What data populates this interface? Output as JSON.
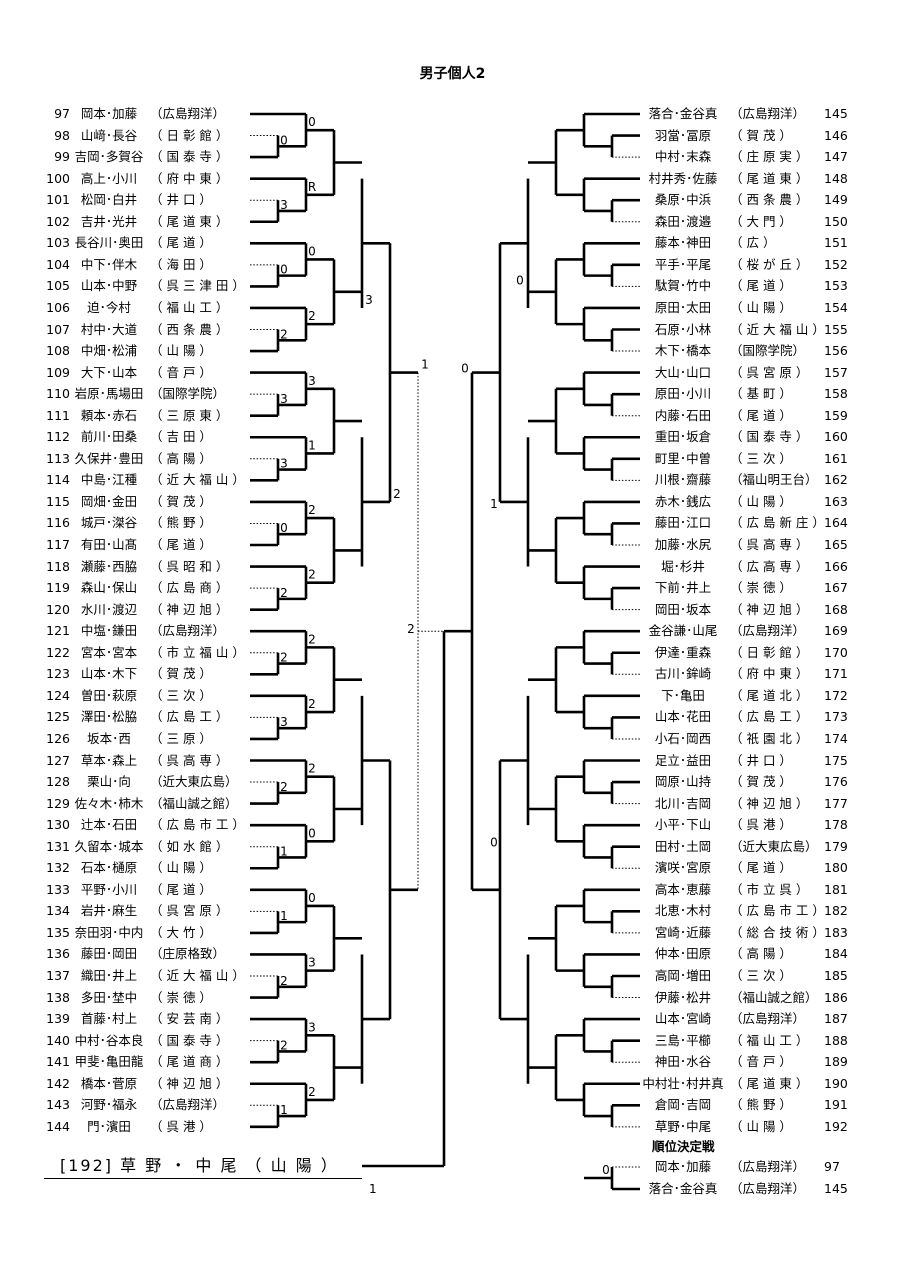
{
  "title": "男子個人2",
  "left_entries": [
    {
      "num": "97",
      "names": "岡本･加藤",
      "school": "（広島翔洋）"
    },
    {
      "num": "98",
      "names": "山﨑･長谷",
      "school": "（ 日 彰 館 ）"
    },
    {
      "num": "99",
      "names": "吉岡･多賀谷",
      "school": "（ 国 泰 寺 ）"
    },
    {
      "num": "100",
      "names": "高上･小川",
      "school": "（ 府 中 東 ）"
    },
    {
      "num": "101",
      "names": "松岡･白井",
      "school": "（ 井 口 ）"
    },
    {
      "num": "102",
      "names": "吉井･光井",
      "school": "（ 尾 道 東 ）"
    },
    {
      "num": "103",
      "names": "長谷川･奥田",
      "school": "（ 尾 道 ）"
    },
    {
      "num": "104",
      "names": "中下･伴木",
      "school": "（ 海 田 ）"
    },
    {
      "num": "105",
      "names": "山本･中野",
      "school": "（ 呉 三 津 田 ）"
    },
    {
      "num": "106",
      "names": "迫･今村",
      "school": "（ 福 山 工 ）"
    },
    {
      "num": "107",
      "names": "村中･大道",
      "school": "（ 西 条 農 ）"
    },
    {
      "num": "108",
      "names": "中畑･松浦",
      "school": "（ 山 陽 ）"
    },
    {
      "num": "109",
      "names": "大下･山本",
      "school": "（ 音 戸 ）"
    },
    {
      "num": "110",
      "names": "岩原･馬場田",
      "school": "（国際学院）"
    },
    {
      "num": "111",
      "names": "頼本･赤石",
      "school": "（ 三 原 東 ）"
    },
    {
      "num": "112",
      "names": "前川･田桑",
      "school": "（ 吉 田 ）"
    },
    {
      "num": "113",
      "names": "久保井･豊田",
      "school": "（ 高 陽 ）"
    },
    {
      "num": "114",
      "names": "中島･江種",
      "school": "（ 近 大 福 山 ）"
    },
    {
      "num": "115",
      "names": "岡畑･金田",
      "school": "（ 賀 茂 ）"
    },
    {
      "num": "116",
      "names": "城戸･滐谷",
      "school": "（ 熊 野 ）"
    },
    {
      "num": "117",
      "names": "有田･山髙",
      "school": "（ 尾 道 ）"
    },
    {
      "num": "118",
      "names": "瀬藤･西脇",
      "school": "（ 呉 昭 和 ）"
    },
    {
      "num": "119",
      "names": "森山･保山",
      "school": "（ 広 島 商 ）"
    },
    {
      "num": "120",
      "names": "水川･渡辺",
      "school": "（ 神 辺 旭 ）"
    },
    {
      "num": "121",
      "names": "中塩･鎌田",
      "school": "（広島翔洋）"
    },
    {
      "num": "122",
      "names": "宮本･宮本",
      "school": "（ 市 立 福 山 ）"
    },
    {
      "num": "123",
      "names": "山本･木下",
      "school": "（ 賀 茂 ）"
    },
    {
      "num": "124",
      "names": "曽田･萩原",
      "school": "（ 三 次 ）"
    },
    {
      "num": "125",
      "names": "澤田･松脇",
      "school": "（ 広 島 工 ）"
    },
    {
      "num": "126",
      "names": "坂本･西",
      "school": "（ 三 原 ）"
    },
    {
      "num": "127",
      "names": "草本･森上",
      "school": "（ 呉 高 専 ）"
    },
    {
      "num": "128",
      "names": "栗山･向",
      "school": "（近大東広島）"
    },
    {
      "num": "129",
      "names": "佐々木･柿木",
      "school": "（福山誠之館）"
    },
    {
      "num": "130",
      "names": "辻本･石田",
      "school": "（ 広 島 市 工 ）"
    },
    {
      "num": "131",
      "names": "久留本･城本",
      "school": "（ 如 水 館 ）"
    },
    {
      "num": "132",
      "names": "石本･樋原",
      "school": "（ 山 陽 ）"
    },
    {
      "num": "133",
      "names": "平野･小川",
      "school": "（ 尾 道 ）"
    },
    {
      "num": "134",
      "names": "岩井･麻生",
      "school": "（ 呉 宮 原 ）"
    },
    {
      "num": "135",
      "names": "奈田羽･中内",
      "school": "（ 大 竹 ）"
    },
    {
      "num": "136",
      "names": "藤田･岡田",
      "school": "（庄原格致）"
    },
    {
      "num": "137",
      "names": "織田･井上",
      "school": "（ 近 大 福 山 ）"
    },
    {
      "num": "138",
      "names": "多田･埜中",
      "school": "（ 崇 徳 ）"
    },
    {
      "num": "139",
      "names": "首藤･村上",
      "school": "（ 安 芸 南 ）"
    },
    {
      "num": "140",
      "names": "中村･谷本良",
      "school": "（ 国 泰 寺 ）"
    },
    {
      "num": "141",
      "names": "甲斐･亀田龍",
      "school": "（ 尾 道 商 ）"
    },
    {
      "num": "142",
      "names": "橋本･菅原",
      "school": "（ 神 辺 旭 ）"
    },
    {
      "num": "143",
      "names": "河野･福永",
      "school": "（広島翔洋）"
    },
    {
      "num": "144",
      "names": "門･濱田",
      "school": "（ 呉 港 ）"
    }
  ],
  "right_entries": [
    {
      "num": "145",
      "names": "落合･金谷真",
      "school": "（広島翔洋）"
    },
    {
      "num": "146",
      "names": "羽當･冨原",
      "school": "（ 賀 茂 ）"
    },
    {
      "num": "147",
      "names": "中村･末森",
      "school": "（ 庄 原 実 ）"
    },
    {
      "num": "148",
      "names": "村井秀･佐藤",
      "school": "（ 尾 道 東 ）"
    },
    {
      "num": "149",
      "names": "桑原･中浜",
      "school": "（ 西 条 農 ）"
    },
    {
      "num": "150",
      "names": "森田･渡邉",
      "school": "（ 大 門 ）"
    },
    {
      "num": "151",
      "names": "藤本･神田",
      "school": "（ 広 ）"
    },
    {
      "num": "152",
      "names": "平手･平尾",
      "school": "（ 桜 が 丘 ）"
    },
    {
      "num": "153",
      "names": "駄賀･竹中",
      "school": "（ 尾 道 ）"
    },
    {
      "num": "154",
      "names": "原田･太田",
      "school": "（ 山 陽 ）"
    },
    {
      "num": "155",
      "names": "石原･小林",
      "school": "（ 近 大 福 山 ）"
    },
    {
      "num": "156",
      "names": "木下･橋本",
      "school": "（国際学院）"
    },
    {
      "num": "157",
      "names": "大山･山口",
      "school": "（ 呉 宮 原 ）"
    },
    {
      "num": "158",
      "names": "原田･小川",
      "school": "（ 基 町 ）"
    },
    {
      "num": "159",
      "names": "内藤･石田",
      "school": "（ 尾 道 ）"
    },
    {
      "num": "160",
      "names": "重田･坂倉",
      "school": "（ 国 泰 寺 ）"
    },
    {
      "num": "161",
      "names": "町里･中曽",
      "school": "（ 三 次 ）"
    },
    {
      "num": "162",
      "names": "川根･齋藤",
      "school": "（福山明王台）"
    },
    {
      "num": "163",
      "names": "赤木･銭広",
      "school": "（ 山 陽 ）"
    },
    {
      "num": "164",
      "names": "藤田･江口",
      "school": "（ 広 島 新 庄 ）"
    },
    {
      "num": "165",
      "names": "加藤･水尻",
      "school": "（ 呉 高 専 ）"
    },
    {
      "num": "166",
      "names": "堀･杉井",
      "school": "（ 広 高 専 ）"
    },
    {
      "num": "167",
      "names": "下前･井上",
      "school": "（ 崇 徳 ）"
    },
    {
      "num": "168",
      "names": "岡田･坂本",
      "school": "（ 神 辺 旭 ）"
    },
    {
      "num": "169",
      "names": "金谷謙･山尾",
      "school": "（広島翔洋）"
    },
    {
      "num": "170",
      "names": "伊達･重森",
      "school": "（ 日 彰 館 ）"
    },
    {
      "num": "171",
      "names": "古川･鉾崎",
      "school": "（ 府 中 東 ）"
    },
    {
      "num": "172",
      "names": "下･亀田",
      "school": "（ 尾 道 北 ）"
    },
    {
      "num": "173",
      "names": "山本･花田",
      "school": "（ 広 島 工 ）"
    },
    {
      "num": "174",
      "names": "小石･岡西",
      "school": "（ 祇 園 北 ）"
    },
    {
      "num": "175",
      "names": "足立･益田",
      "school": "（ 井 口 ）"
    },
    {
      "num": "176",
      "names": "岡原･山持",
      "school": "（ 賀 茂 ）"
    },
    {
      "num": "177",
      "names": "北川･吉岡",
      "school": "（ 神 辺 旭 ）"
    },
    {
      "num": "178",
      "names": "小平･下山",
      "school": "（ 呉 港 ）"
    },
    {
      "num": "179",
      "names": "田村･土岡",
      "school": "（近大東広島）"
    },
    {
      "num": "180",
      "names": "濱咲･宮原",
      "school": "（ 尾 道 ）"
    },
    {
      "num": "181",
      "names": "高本･恵藤",
      "school": "（ 市 立 呉 ）"
    },
    {
      "num": "182",
      "names": "北恵･木村",
      "school": "（ 広 島 市 工 ）"
    },
    {
      "num": "183",
      "names": "宮崎･近藤",
      "school": "（ 総 合 技 術 ）"
    },
    {
      "num": "184",
      "names": "仲本･田原",
      "school": "（ 高 陽 ）"
    },
    {
      "num": "185",
      "names": "高岡･増田",
      "school": "（ 三 次 ）"
    },
    {
      "num": "186",
      "names": "伊藤･松井",
      "school": "（福山誠之館）"
    },
    {
      "num": "187",
      "names": "山本･宮崎",
      "school": "（広島翔洋）"
    },
    {
      "num": "188",
      "names": "三島･平櫛",
      "school": "（ 福 山 工 ）"
    },
    {
      "num": "189",
      "names": "神田･水谷",
      "school": "（ 音 戸 ）"
    },
    {
      "num": "190",
      "names": "中村壮･村井真",
      "school": "（ 尾 道 東 ）"
    },
    {
      "num": "191",
      "names": "倉岡･吉岡",
      "school": "（ 熊 野 ）"
    },
    {
      "num": "192",
      "names": "草野･中尾",
      "school": "（ 山 陽 ）"
    }
  ],
  "placement": {
    "title": "順位決定戦",
    "entries": [
      {
        "num": "97",
        "names": "岡本･加藤",
        "school": "（広島翔洋）"
      },
      {
        "num": "145",
        "names": "落合･金谷真",
        "school": "（広島翔洋）"
      }
    ],
    "score": "0"
  },
  "champion": {
    "text": "[192] 草 野 ・ 中 尾 （ 山 陽 ）",
    "score": "1"
  }
}
